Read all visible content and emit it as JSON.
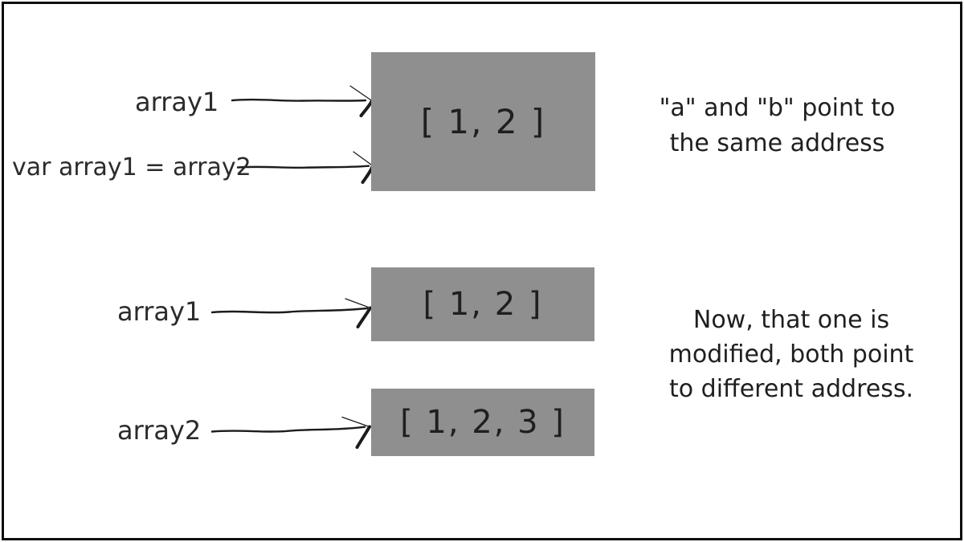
{
  "frame": {
    "background": "#ffffff",
    "border_color": "#0d0d0d"
  },
  "colors": {
    "box_fill": "#8f8f8f",
    "box_text": "#1f1f1f",
    "label_text": "#2b2b2b",
    "note_text": "#1f1f1f",
    "arrow": "#1c1c1c"
  },
  "top_section": {
    "label_primary": "array1",
    "label_assignment": "var array1 = array2",
    "box_value": "[ 1, 2 ]",
    "note_lines": [
      "\"a\" and \"b\" point to",
      "the same address"
    ]
  },
  "bottom_section": {
    "rows": [
      {
        "label": "array1",
        "box_value": "[ 1, 2 ]"
      },
      {
        "label": "array2",
        "box_value": "[ 1, 2, 3 ]"
      }
    ],
    "note_lines": [
      "Now, that one is",
      "modified, both point",
      "to different address."
    ]
  }
}
